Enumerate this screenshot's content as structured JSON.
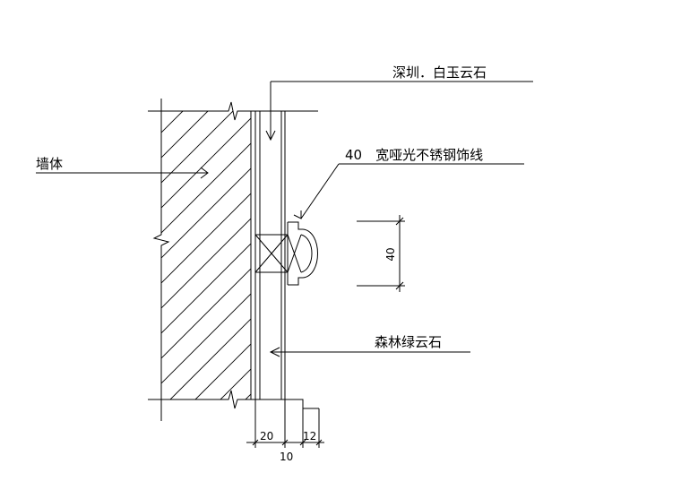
{
  "labels": {
    "wall": "墙体",
    "top_stone": "深圳．白玉云石",
    "trim": "40　宽哑光不锈钢饰线",
    "bottom_stone": "森林绿云石"
  },
  "dimensions": {
    "trim_height": "40",
    "stone_thickness": "20",
    "trim_projection": "12",
    "gap": "10"
  },
  "colors": {
    "line": "#000000",
    "background": "#ffffff"
  }
}
